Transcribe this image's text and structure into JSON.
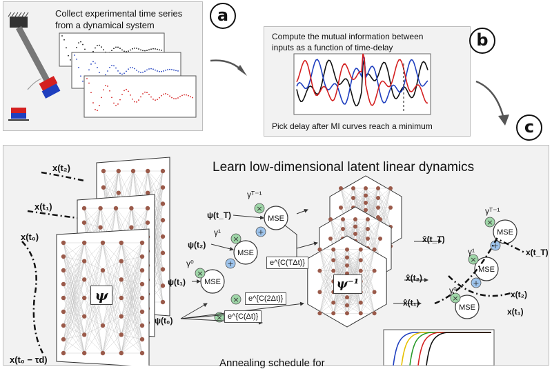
{
  "panel_a": {
    "badge": "a",
    "caption_line1": "Collect experimental time series",
    "caption_line2": "from a dynamical system"
  },
  "panel_b": {
    "badge": "b",
    "caption_line1": "Compute the mutual information between",
    "caption_line2": "inputs as a function of time-delay",
    "footer": "Pick delay after MI curves reach a minimum"
  },
  "panel_c": {
    "badge": "c",
    "title": "Learn low-dimensional latent linear dynamics",
    "bottom_text": "Annealing schedule for",
    "encoder_symbol": "ψ",
    "decoder_symbol": "ψ⁻¹",
    "inputs": [
      "x(t₂)",
      "x(t₁)",
      "x(t₀)",
      "x(t₀ − τd)"
    ],
    "latents": [
      "ψ(t_T)",
      "ψ(t₂)",
      "ψ(t₁)",
      "ψ(t₀)"
    ],
    "gammas_left": [
      "γᵀ⁻¹",
      "γ¹",
      "γ⁰"
    ],
    "exponentials": [
      "e^{C(TΔt)}",
      "e^{C(2Δt)}",
      "e^{C(Δt)}"
    ],
    "mse_label": "MSE",
    "outputs": [
      "x̂(t_T)",
      "x̂(t₂)",
      "x̂(t₁)"
    ],
    "targets": [
      "x(t_T)",
      "x(t₂)",
      "x(t₁)"
    ],
    "gammas_right": [
      "γᵀ⁻¹",
      "γ¹",
      "γ⁰"
    ]
  },
  "colors": {
    "series_black": "#111111",
    "series_blue": "#1f3fbf",
    "series_red": "#d42020",
    "node_brown": "#9a5a4a",
    "op_green": "#9fd6a8",
    "op_blue": "#9ec4ec",
    "anneal_colors": [
      "#1f3fbf",
      "#e6c000",
      "#2a9a2a",
      "#d42020",
      "#111111"
    ]
  }
}
